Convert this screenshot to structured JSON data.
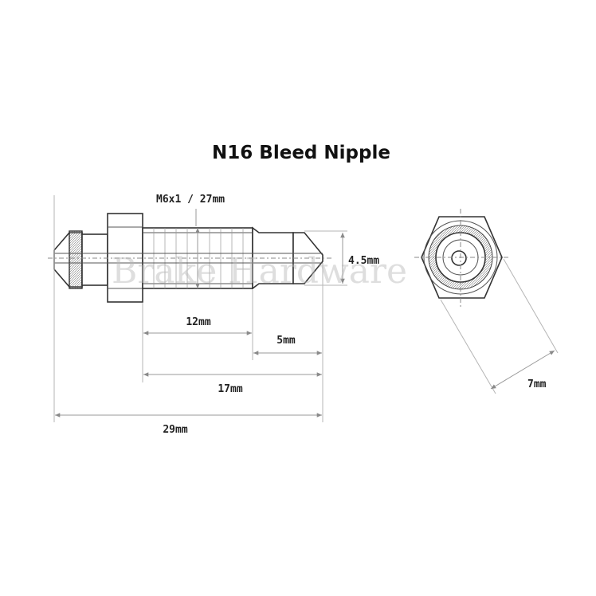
{
  "title": "N16 Bleed Nipple",
  "watermark": "Brake Hardware",
  "dimensions": {
    "thread": "M6x1 / 27mm",
    "tip_diameter": "4.5mm",
    "thread_length": "12mm",
    "tip_length": "5mm",
    "thread_to_tip": "17mm",
    "overall_length": "29mm",
    "hex_across_flats": "7mm"
  },
  "colors": {
    "line": "#333333",
    "dimension_line": "#9a9a9a",
    "watermark": "#b8b8b8"
  },
  "icons": [
    "arrowhead-icon"
  ]
}
